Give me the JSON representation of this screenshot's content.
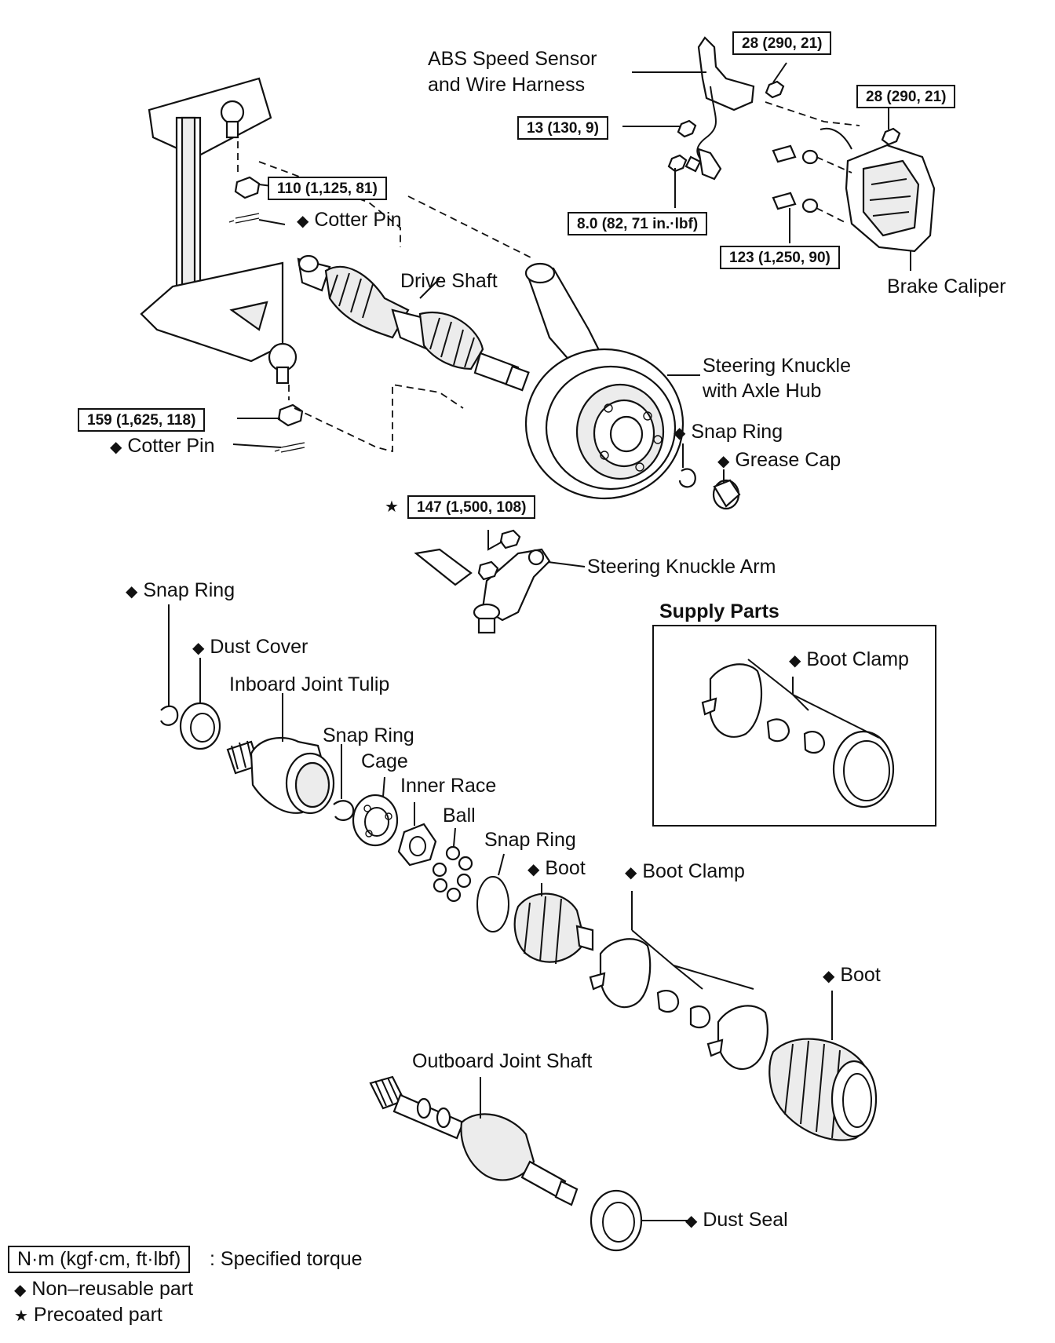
{
  "symbols": {
    "non_reusable": "◆",
    "precoated": "★"
  },
  "torque": {
    "t28a": "28 (290, 21)",
    "t28b": "28 (290, 21)",
    "t13": "13 (130, 9)",
    "t8": "8.0 (82, 71 in.·lbf)",
    "t110": "110 (1,125, 81)",
    "t123": "123 (1,250, 90)",
    "t159": "159 (1,625, 118)",
    "t147": "147 (1,500, 108)"
  },
  "labels": {
    "abs_line1": "ABS Speed Sensor",
    "abs_line2": "and Wire Harness",
    "cotter_pin_upper": "Cotter Pin",
    "cotter_pin_lower": "Cotter Pin",
    "drive_shaft": "Drive Shaft",
    "brake_caliper": "Brake Caliper",
    "knuckle_line1": "Steering Knuckle",
    "knuckle_line2": "with Axle Hub",
    "snap_ring_hub": "Snap Ring",
    "grease_cap": "Grease Cap",
    "knuckle_arm": "Steering Knuckle Arm",
    "supply_parts": "Supply Parts",
    "boot_clamp_supply": "Boot Clamp",
    "snap_ring_top": "Snap Ring",
    "dust_cover": "Dust Cover",
    "inboard_tulip": "Inboard Joint Tulip",
    "snap_ring_mid": "Snap Ring",
    "cage": "Cage",
    "inner_race": "Inner Race",
    "ball": "Ball",
    "snap_ring_low": "Snap Ring",
    "boot_inner": "Boot",
    "boot_clamp_main": "Boot Clamp",
    "boot_outer": "Boot",
    "outboard_shaft": "Outboard Joint Shaft",
    "dust_seal": "Dust Seal"
  },
  "legend": {
    "torque_unit": "N·m (kgf·cm, ft·lbf)",
    "torque_desc": ": Specified torque",
    "non_reusable": "Non–reusable part",
    "precoated": "Precoated part"
  },
  "icons": [
    "diamond-icon",
    "star-icon"
  ]
}
